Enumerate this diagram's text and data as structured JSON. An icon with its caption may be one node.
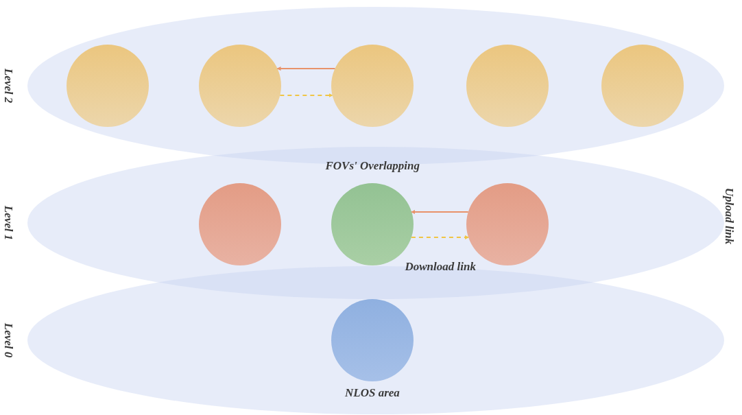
{
  "diagram": {
    "nodes": [
      {
        "text": [
          "Level 2"
        ]
      },
      {
        "text": [],
        "shape": "circle",
        "in": 0
      },
      {
        "text": [],
        "shape": "circle",
        "in": 0
      },
      {
        "text": [],
        "shape": "circle",
        "in": 0
      },
      {
        "text": [],
        "shape": "circle",
        "in": 0
      },
      {
        "text": [],
        "shape": "circle",
        "in": 0
      },
      {
        "text": [
          "Level 1"
        ]
      },
      {
        "text": [],
        "shape": "circle",
        "in": 6
      },
      {
        "text": [],
        "shape": "circle",
        "in": 6
      },
      {
        "text": [],
        "shape": "circle",
        "in": 6
      },
      {
        "text": [
          "Level 0"
        ]
      },
      {
        "text": [],
        "shape": "circle",
        "in": 10,
        "beside": [
          "NLOS area"
        ]
      }
    ],
    "edges": [
      {
        "from": 3,
        "to": 2,
        "arrow": "to",
        "color": "#e8926a"
      },
      {
        "from": 2,
        "to": 3,
        "arrow": "to",
        "style": "dashed",
        "color": "#f0c545"
      },
      {
        "from": 9,
        "to": 8,
        "arrow": "to",
        "color": "#e8926a"
      },
      {
        "from": 8,
        "to": 9,
        "arrow": "to",
        "style": "dashed",
        "color": "#f0c545"
      }
    ],
    "labels": [
      "FOVs' Overlapping",
      "Upload link",
      "Download link"
    ]
  }
}
